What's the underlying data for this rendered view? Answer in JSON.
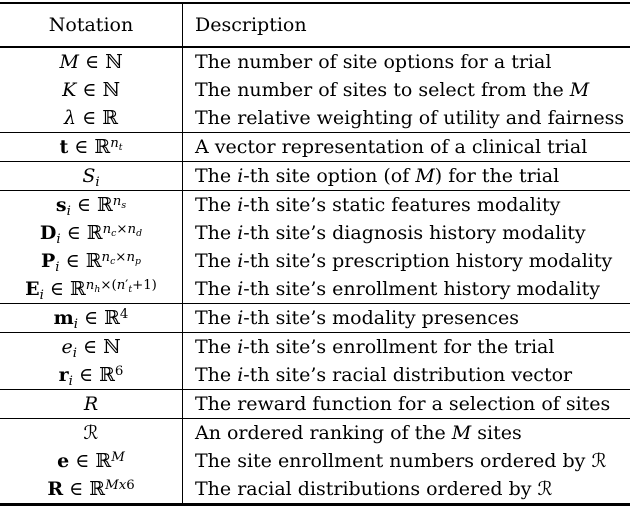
{
  "colors": {
    "background": "#ffffff",
    "text": "#000000",
    "rule": "#000000"
  },
  "table": {
    "header": {
      "notation": "Notation",
      "description": "Description"
    },
    "groups": [
      {
        "rows": [
          {
            "notation": [
              {
                "t": "M",
                "i": 1
              },
              {
                "t": " ∈ ℕ"
              }
            ],
            "description": [
              {
                "t": "The number of site options for a trial"
              }
            ]
          },
          {
            "notation": [
              {
                "t": "K",
                "i": 1
              },
              {
                "t": " ∈ ℕ"
              }
            ],
            "description": [
              {
                "t": "The number of sites to select from the "
              },
              {
                "t": "M",
                "i": 1
              }
            ]
          },
          {
            "notation": [
              {
                "t": "λ",
                "i": 1
              },
              {
                "t": " ∈ ℝ"
              }
            ],
            "description": [
              {
                "t": "The relative weighting of utility and fairness"
              }
            ]
          }
        ]
      },
      {
        "rows": [
          {
            "notation": [
              {
                "t": "t",
                "b": 1
              },
              {
                "t": " ∈ ℝ"
              },
              {
                "k": [
                  {
                    "t": "n",
                    "i": 1
                  },
                  {
                    "t": "t",
                    "i": 1,
                    "sub": 1
                  }
                ],
                "sup": 1
              }
            ],
            "description": [
              {
                "t": "A vector representation of a clinical trial"
              }
            ]
          }
        ]
      },
      {
        "rows": [
          {
            "notation": [
              {
                "t": "S",
                "i": 1
              },
              {
                "t": "i",
                "i": 1,
                "sub": 1
              }
            ],
            "description": [
              {
                "t": "The "
              },
              {
                "t": "i",
                "i": 1
              },
              {
                "t": "-th site option (of "
              },
              {
                "t": "M",
                "i": 1
              },
              {
                "t": ") for the trial"
              }
            ]
          }
        ]
      },
      {
        "rows": [
          {
            "notation": [
              {
                "t": "s",
                "b": 1
              },
              {
                "t": "i",
                "i": 1,
                "sub": 1
              },
              {
                "t": " ∈ ℝ"
              },
              {
                "k": [
                  {
                    "t": "n",
                    "i": 1
                  },
                  {
                    "t": "s",
                    "i": 1,
                    "sub": 1
                  }
                ],
                "sup": 1
              }
            ],
            "description": [
              {
                "t": "The "
              },
              {
                "t": "i",
                "i": 1
              },
              {
                "t": "-th site’s static features modality"
              }
            ]
          },
          {
            "notation": [
              {
                "t": "D",
                "b": 1
              },
              {
                "t": "i",
                "i": 1,
                "sub": 1
              },
              {
                "t": " ∈ ℝ"
              },
              {
                "k": [
                  {
                    "t": "n",
                    "i": 1
                  },
                  {
                    "t": "c",
                    "i": 1,
                    "sub": 1
                  },
                  {
                    "t": "×"
                  },
                  {
                    "t": "n",
                    "i": 1
                  },
                  {
                    "t": "d",
                    "i": 1,
                    "sub": 1
                  }
                ],
                "sup": 1
              }
            ],
            "description": [
              {
                "t": "The "
              },
              {
                "t": "i",
                "i": 1
              },
              {
                "t": "-th site’s diagnosis history modality"
              }
            ]
          },
          {
            "notation": [
              {
                "t": "P",
                "b": 1
              },
              {
                "t": "i",
                "i": 1,
                "sub": 1
              },
              {
                "t": " ∈ ℝ"
              },
              {
                "k": [
                  {
                    "t": "n",
                    "i": 1
                  },
                  {
                    "t": "c",
                    "i": 1,
                    "sub": 1
                  },
                  {
                    "t": "×"
                  },
                  {
                    "t": "n",
                    "i": 1
                  },
                  {
                    "t": "p",
                    "i": 1,
                    "sub": 1
                  }
                ],
                "sup": 1
              }
            ],
            "description": [
              {
                "t": "The "
              },
              {
                "t": "i",
                "i": 1
              },
              {
                "t": "-th site’s prescription history modality"
              }
            ]
          },
          {
            "notation": [
              {
                "t": "E",
                "b": 1
              },
              {
                "t": "i",
                "i": 1,
                "sub": 1
              },
              {
                "t": " ∈ ℝ"
              },
              {
                "k": [
                  {
                    "t": "n",
                    "i": 1
                  },
                  {
                    "t": "h",
                    "i": 1,
                    "sub": 1
                  },
                  {
                    "t": "×("
                  },
                  {
                    "t": "n",
                    "i": 1
                  },
                  {
                    "t": "′"
                  },
                  {
                    "t": "t",
                    "i": 1,
                    "sub": 1
                  },
                  {
                    "t": "+1)"
                  }
                ],
                "sup": 1
              }
            ],
            "description": [
              {
                "t": "The "
              },
              {
                "t": "i",
                "i": 1
              },
              {
                "t": "-th site’s enrollment history modality"
              }
            ]
          }
        ]
      },
      {
        "rows": [
          {
            "notation": [
              {
                "t": "m",
                "b": 1
              },
              {
                "t": "i",
                "i": 1,
                "sub": 1
              },
              {
                "t": " ∈ ℝ"
              },
              {
                "t": "4",
                "sup": 1
              }
            ],
            "description": [
              {
                "t": "The "
              },
              {
                "t": "i",
                "i": 1
              },
              {
                "t": "-th site’s modality presences"
              }
            ]
          }
        ]
      },
      {
        "rows": [
          {
            "notation": [
              {
                "t": "e",
                "i": 1
              },
              {
                "t": "i",
                "i": 1,
                "sub": 1
              },
              {
                "t": " ∈ ℕ"
              }
            ],
            "description": [
              {
                "t": "The "
              },
              {
                "t": "i",
                "i": 1
              },
              {
                "t": "-th site’s enrollment for the trial"
              }
            ]
          },
          {
            "notation": [
              {
                "t": "r",
                "b": 1
              },
              {
                "t": "i",
                "i": 1,
                "sub": 1
              },
              {
                "t": " ∈ ℝ"
              },
              {
                "t": "6",
                "sup": 1
              }
            ],
            "description": [
              {
                "t": "The "
              },
              {
                "t": "i",
                "i": 1
              },
              {
                "t": "-th site’s racial distribution vector"
              }
            ]
          }
        ]
      },
      {
        "rows": [
          {
            "notation": [
              {
                "t": "R",
                "i": 1
              }
            ],
            "description": [
              {
                "t": "The reward function for a selection of sites"
              }
            ]
          }
        ]
      },
      {
        "rows": [
          {
            "notation": [
              {
                "t": "ℛ"
              }
            ],
            "description": [
              {
                "t": "An ordered ranking of the "
              },
              {
                "t": "M",
                "i": 1
              },
              {
                "t": " sites"
              }
            ]
          },
          {
            "notation": [
              {
                "t": "e",
                "b": 1
              },
              {
                "t": " ∈ ℝ"
              },
              {
                "t": "M",
                "i": 1,
                "sup": 1
              }
            ],
            "description": [
              {
                "t": "The site enrollment numbers ordered by "
              },
              {
                "t": "ℛ"
              }
            ]
          },
          {
            "notation": [
              {
                "t": "R",
                "b": 1
              },
              {
                "t": " ∈ ℝ"
              },
              {
                "k": [
                  {
                    "t": "M",
                    "i": 1
                  },
                  {
                    "t": "x",
                    "i": 1
                  },
                  {
                    "t": "6"
                  }
                ],
                "sup": 1
              }
            ],
            "description": [
              {
                "t": "The racial distributions ordered by "
              },
              {
                "t": "ℛ"
              }
            ]
          }
        ]
      }
    ]
  }
}
